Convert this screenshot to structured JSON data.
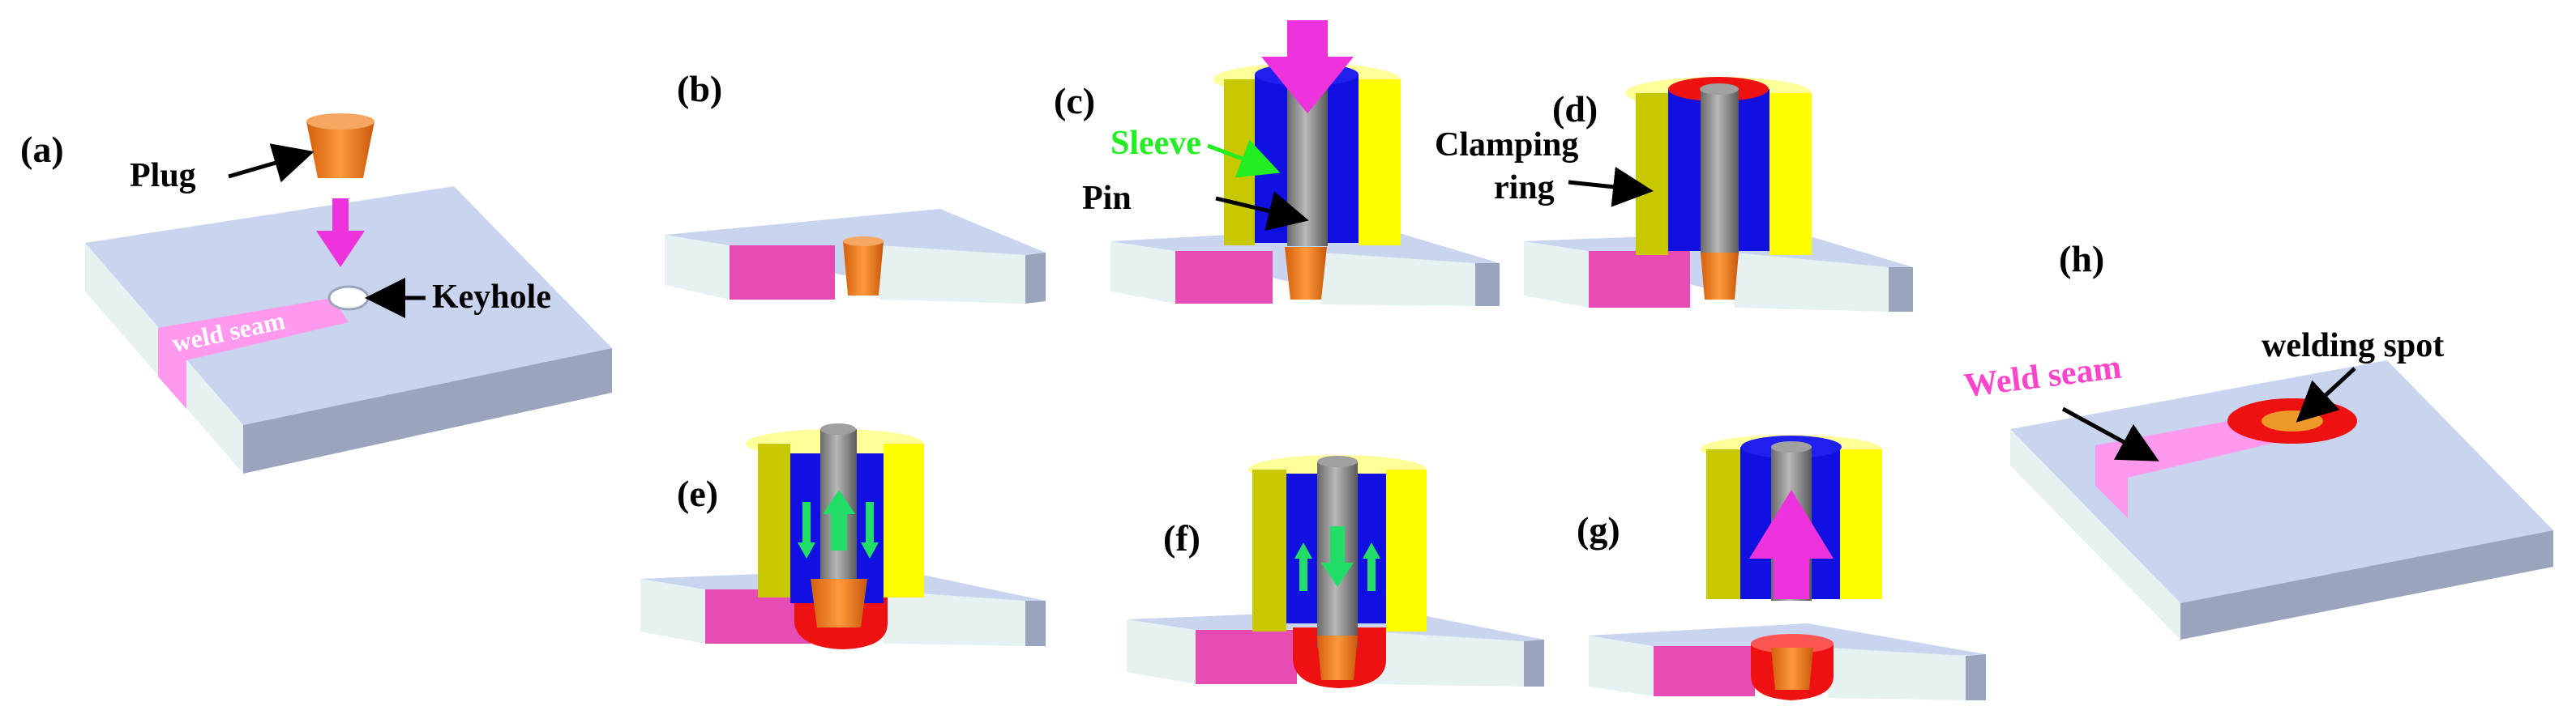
{
  "panels": {
    "a": "(a)",
    "b": "(b)",
    "c": "(c)",
    "d": "(d)",
    "e": "(e)",
    "f": "(f)",
    "g": "(g)",
    "h": "(h)"
  },
  "labels": {
    "plug": "Plug",
    "weld_seam_a": "weld seam",
    "keyhole": "Keyhole",
    "sleeve": "Sleeve",
    "pin": "Pin",
    "clamping_ring_1": "Clamping",
    "clamping_ring_2": "ring",
    "weld_seam_h": "Weld seam",
    "welding_spot": "welding spot"
  },
  "colors": {
    "plate_top": "#c9d4ee",
    "plate_side": "#9aa5bd",
    "plate_front": "#e6f2f2",
    "seam": "#e64cb4",
    "seam_light": "#ff99ee",
    "plug": "#ee7a1e",
    "sleeve": "#1010e0",
    "pin": "#8c8c8c",
    "ring_yellow": "#ffff00",
    "ring_olive": "#c8c800",
    "heat_red": "#ee1111",
    "arrow_magenta": "#ee33dd",
    "arrow_green": "#22dd66",
    "sleeve_label": "#22ee22",
    "label": "#000000"
  }
}
